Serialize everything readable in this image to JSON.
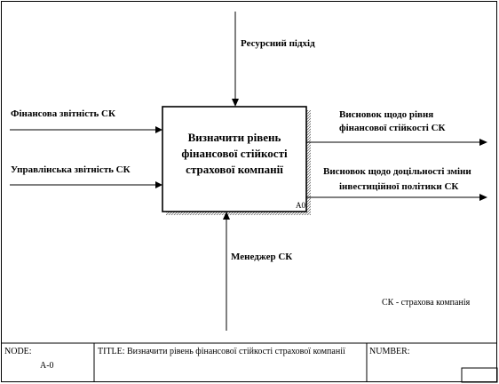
{
  "diagram": {
    "function_box": {
      "lines": [
        "Визначити рівень",
        "фінансової стійкості",
        "страхової компанії"
      ],
      "node_id": "A0"
    },
    "inputs": [
      {
        "label": "Фінансова звітність СК"
      },
      {
        "label": "Управлінська звітність СК"
      }
    ],
    "control": {
      "label": "Ресурсний підхід"
    },
    "mechanism": {
      "label": "Менеджер СК"
    },
    "outputs": [
      {
        "lines": [
          "Висновок щодо рівня",
          "фінансової стійкості СК"
        ]
      },
      {
        "lines": [
          "Висновок щодо доцільності зміни",
          "інвестиційної політики СК"
        ]
      }
    ],
    "note": "СК - страхова компанія"
  },
  "footer": {
    "node_label": "NODE:",
    "node_value": "A-0",
    "title_label": "TITLE:",
    "title_value": "Визначити рівень фінансової стійкості страхової компанії",
    "number_label": "NUMBER:"
  }
}
